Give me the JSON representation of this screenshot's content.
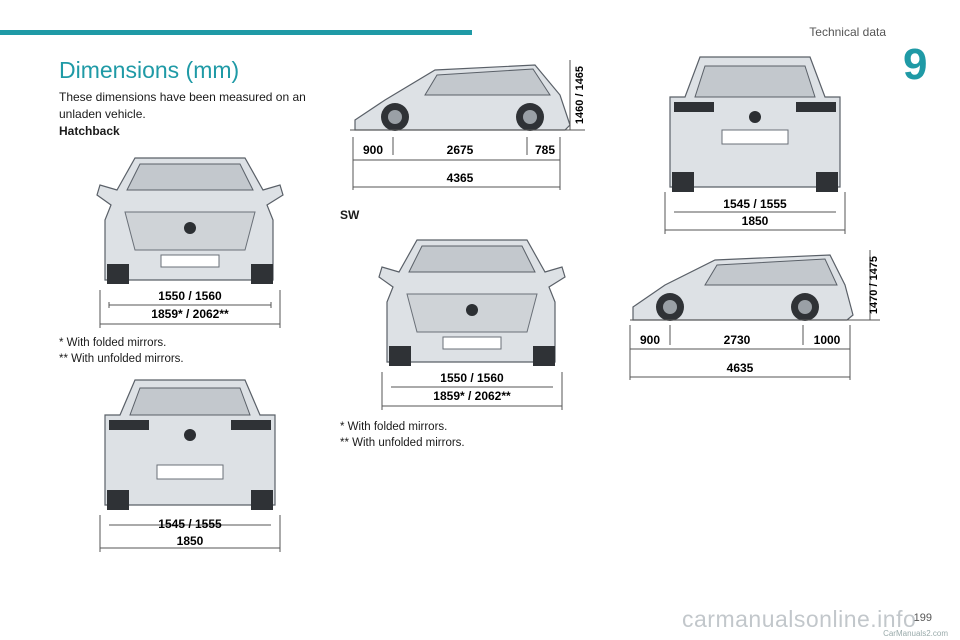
{
  "header": {
    "section": "Technical data",
    "chapter": "9"
  },
  "title": "Dimensions (mm)",
  "intro": "These dimensions have been measured on an unladen vehicle.",
  "hatchback": {
    "label": "Hatchback",
    "front_track": "1550 / 1560",
    "front_width": "1859* / 2062**",
    "rear_track": "1545 / 1555",
    "rear_width": "1850",
    "height": "1460 / 1465",
    "front_overhang": "900",
    "wheelbase": "2675",
    "rear_overhang": "785",
    "length": "4365",
    "note1": "* With folded mirrors.",
    "note2": "** With unfolded mirrors."
  },
  "sw": {
    "label": "SW",
    "front_track": "1550 / 1560",
    "front_width": "1859* / 2062**",
    "rear_track": "1545 / 1555",
    "rear_width": "1850",
    "height": "1470 / 1475",
    "front_overhang": "900",
    "wheelbase": "2730",
    "rear_overhang": "1000",
    "length": "4635",
    "note1": "* With folded mirrors.",
    "note2": "** With unfolded mirrors."
  },
  "footer": {
    "page": "199",
    "watermark": "carmanualsonline.info",
    "source": "CarManuals2.com"
  },
  "colors": {
    "accent": "#1f9aa6",
    "car_body": "#d9dde1",
    "car_line": "#5a6068"
  }
}
